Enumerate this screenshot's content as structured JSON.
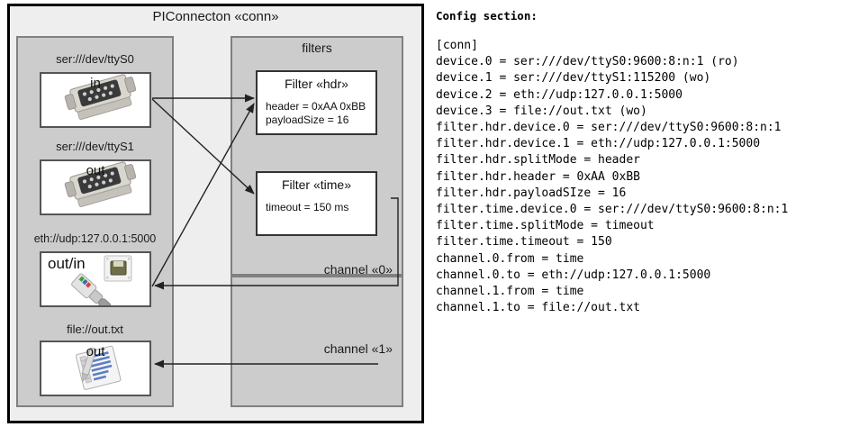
{
  "diagram": {
    "title": "PIConnecton «conn»",
    "devices_panel": {
      "items": [
        {
          "caption": "ser:///dev/ttyS0",
          "direction": "in",
          "icon": "serial-port-icon"
        },
        {
          "caption": "ser:///dev/ttyS1",
          "direction": "out",
          "icon": "serial-port-icon"
        },
        {
          "caption": "eth://udp:127.0.0.1:5000",
          "direction": "out/in",
          "icon": "ethernet-plug-icon"
        },
        {
          "caption": "file://out.txt",
          "direction": "out",
          "icon": "text-file-icon"
        }
      ]
    },
    "filters_panel": {
      "title": "filters",
      "filters": [
        {
          "title": "Filter «hdr»",
          "props": [
            "header = 0xAA 0xBB",
            "payloadSize = 16"
          ]
        },
        {
          "title": "Filter «time»",
          "props": [
            "timeout = 150 ms"
          ]
        }
      ],
      "channels": [
        {
          "label": "channel «0»"
        },
        {
          "label": "channel «1»"
        }
      ]
    },
    "colors": {
      "frame_bg": "#eeeeee",
      "panel_bg": "#cccccc",
      "panel_border": "#808080",
      "box_bg": "#ffffff",
      "box_border": "#333333",
      "line": "#222222"
    }
  },
  "config": {
    "heading": "Config section:",
    "lines": [
      "[conn]",
      "device.0 = ser:///dev/ttyS0:9600:8:n:1 (ro)",
      "device.1 = ser:///dev/ttyS1:115200 (wo)",
      "device.2 = eth://udp:127.0.0.1:5000",
      "device.3 = file://out.txt (wo)",
      "filter.hdr.device.0 = ser:///dev/ttyS0:9600:8:n:1",
      "filter.hdr.device.1 = eth://udp:127.0.0.1:5000",
      "filter.hdr.splitMode = header",
      "filter.hdr.header = 0xAA 0xBB",
      "filter.hdr.payloadSIze = 16",
      "filter.time.device.0 = ser:///dev/ttyS0:9600:8:n:1",
      "filter.time.splitMode = timeout",
      "filter.time.timeout = 150",
      "channel.0.from = time",
      "channel.0.to = eth://udp:127.0.0.1:5000",
      "channel.1.from = time",
      "channel.1.to = file://out.txt"
    ]
  }
}
